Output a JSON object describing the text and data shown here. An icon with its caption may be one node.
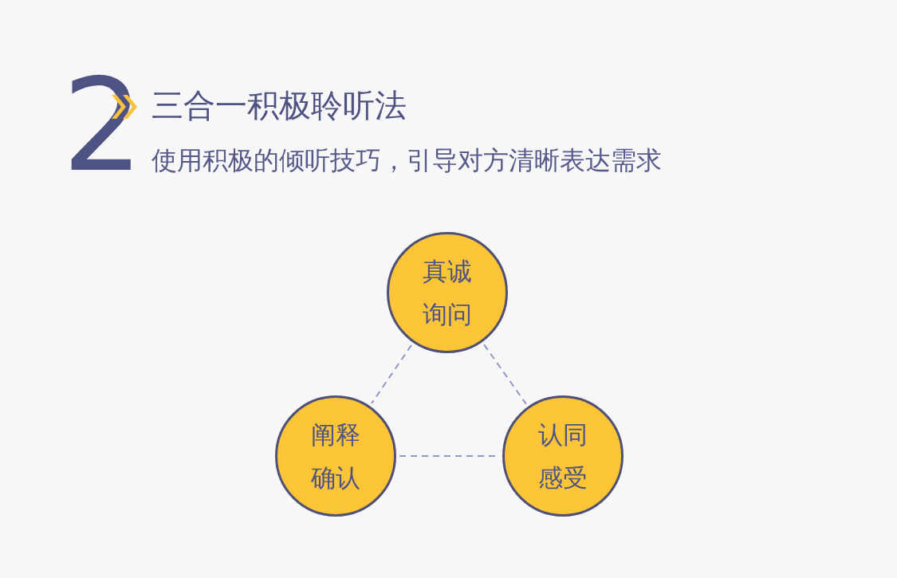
{
  "diagram": {
    "title": "三合一积极聆听法",
    "nodes": [
      {
        "text": [
          "真诚询问"
        ]
      },
      {
        "text": [
          "阐释确认"
        ]
      },
      {
        "text": [
          "认同感受"
        ]
      }
    ],
    "edges": [
      {
        "from": 0,
        "to": 1,
        "arrow": "none",
        "style": "dashed"
      },
      {
        "from": 0,
        "to": 2,
        "arrow": "none",
        "style": "dashed"
      },
      {
        "from": 1,
        "to": 2,
        "arrow": "none",
        "style": "dashed"
      }
    ],
    "labels": [
      "2",
      "使用积极的倾听技巧，引导对方清晰表达需求"
    ]
  }
}
